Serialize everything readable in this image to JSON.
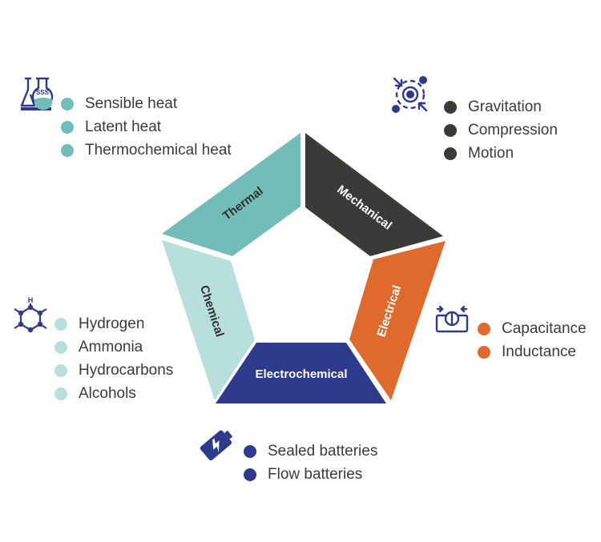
{
  "pentagon": {
    "segments": [
      {
        "id": "thermal",
        "label": "Thermal",
        "color": "#72bdb7",
        "text_color": "#2f2f2f"
      },
      {
        "id": "mechanical",
        "label": "Mechanical",
        "color": "#3a3a38",
        "text_color": "#ffffff"
      },
      {
        "id": "electrical",
        "label": "Electrical",
        "color": "#e06a2e",
        "text_color": "#ffffff"
      },
      {
        "id": "electrochemical",
        "label": "Electrochemical",
        "color": "#2e3a8c",
        "text_color": "#ffffff"
      },
      {
        "id": "chemical",
        "label": "Chemical",
        "color": "#b7e0dd",
        "text_color": "#2f2f2f"
      }
    ]
  },
  "groups": {
    "thermal": {
      "icon": "flask-heat-icon",
      "dot_color": "#72bdb7",
      "items": [
        "Sensible heat",
        "Latent heat",
        "Thermochemical heat"
      ]
    },
    "mechanical": {
      "icon": "motion-target-icon",
      "dot_color": "#3a3a38",
      "items": [
        "Gravitation",
        "Compression",
        "Motion"
      ]
    },
    "electrical": {
      "icon": "capacitor-icon",
      "dot_color": "#e06a2e",
      "items": [
        "Capacitance",
        "Inductance"
      ]
    },
    "electrochemical": {
      "icon": "battery-icon",
      "dot_color": "#2e3a8c",
      "items": [
        "Sealed batteries",
        "Flow batteries"
      ]
    },
    "chemical": {
      "icon": "molecule-icon",
      "dot_color": "#b7e0dd",
      "items": [
        "Hydrogen",
        "Ammonia",
        "Hydrocarbons",
        "Alcohols"
      ]
    }
  },
  "icon_color": "#2e3a8c",
  "icon_glyphs": {
    "thermal": "SSS",
    "chemical": "H"
  }
}
